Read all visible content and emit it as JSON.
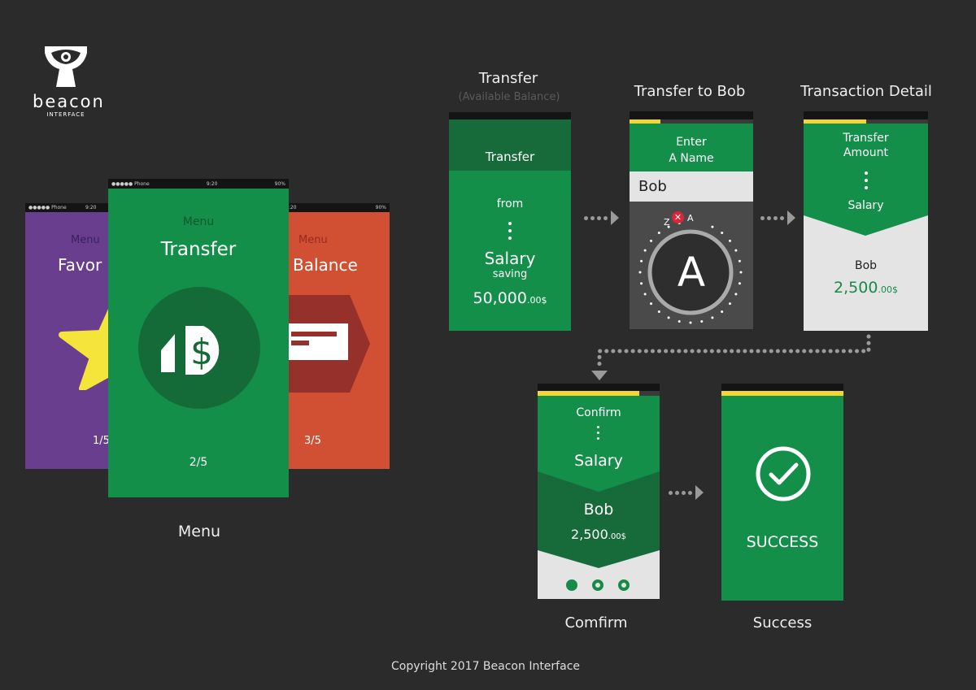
{
  "logo": {
    "name": "beacon",
    "sub": "INTERFACE"
  },
  "menu": {
    "section_label": "Menu",
    "status": {
      "carrier": "●●●●● Phone",
      "time": "9:20",
      "battery": "90%"
    },
    "cards": [
      {
        "heading": "Menu",
        "title": "Favor",
        "page": "1/5",
        "color": "#6a3e8f",
        "icon": "star-icon"
      },
      {
        "heading": "Menu",
        "title": "Transfer",
        "page": "2/5",
        "color": "#138f4a",
        "icon": "transfer-dollar-icon"
      },
      {
        "heading": "Menu",
        "title": "Balance",
        "page": "3/5",
        "color": "#d14f32",
        "icon": "balance-card-icon"
      }
    ]
  },
  "flow": {
    "s1": {
      "label": "Transfer",
      "sublabel": "(Available Balance)",
      "header": "Transfer",
      "from": "from",
      "account": "Salary",
      "account_sub": "saving",
      "amount": "50,000",
      "cents": ".00$"
    },
    "s2": {
      "label": "Transfer to Bob",
      "header1": "Enter",
      "header2": "A Name",
      "input": "Bob",
      "dial_letter": "A",
      "dial_prev": "Z",
      "dial_next": "A",
      "progress": 0.25
    },
    "s3": {
      "label": "Transaction Detail",
      "header1": "Transfer",
      "header2": "Amount",
      "account": "Salary",
      "recipient": "Bob",
      "amount": "2,500",
      "cents": ".00$",
      "progress": 0.5
    },
    "s4": {
      "label": "Comfirm",
      "header": "Confirm",
      "account": "Salary",
      "recipient": "Bob",
      "amount": "2,500",
      "cents": ".00$",
      "progress": 0.83
    },
    "s5": {
      "label": "Success",
      "message": "SUCCESS",
      "progress": 1.0
    }
  },
  "colors": {
    "green": "#138f4a",
    "dark_green": "#176b3a",
    "yellow": "#f2d633",
    "bg": "#2b2b2b"
  },
  "footer": {
    "copyright": "Copyright 2017 Beacon Interface"
  }
}
